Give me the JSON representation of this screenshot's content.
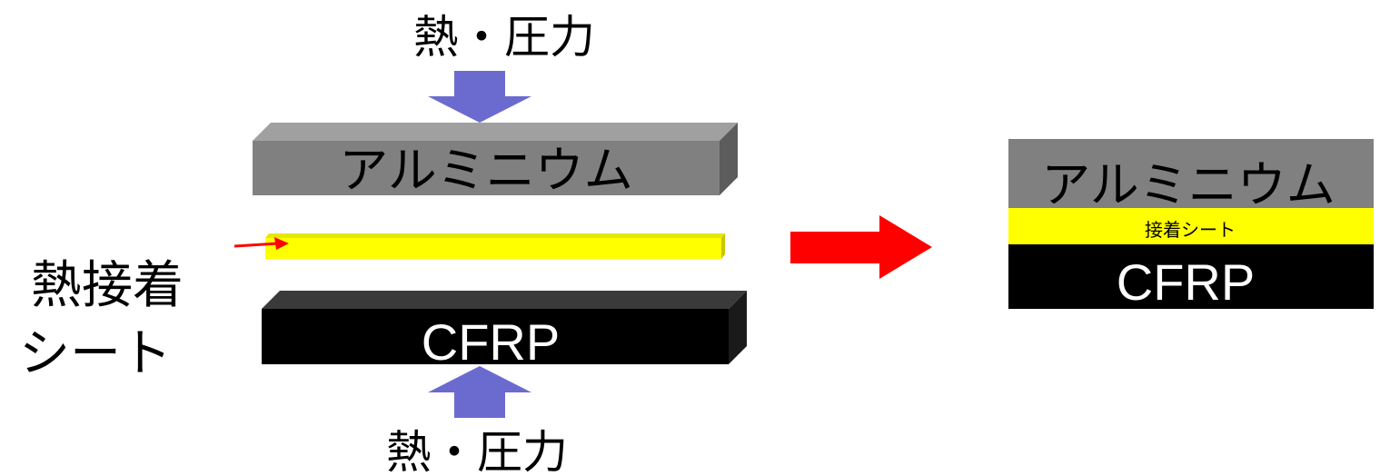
{
  "labels": {
    "heat_pressure_top": "熱・圧力",
    "heat_pressure_bottom": "熱・圧力",
    "adhesive_label_line1": "熱接着",
    "adhesive_label_line2": "シート",
    "aluminum_left": "アルミニウム",
    "cfrp_left": "CFRP",
    "aluminum_right": "アルミニウム",
    "adhesive_right": "接着シート",
    "cfrp_right": "CFRP"
  },
  "colors": {
    "pressure_arrow": "#6b6bcf",
    "process_arrow": "#ff0000",
    "pointer_arrow": "#ff0000",
    "aluminum_front": "#808080",
    "aluminum_top": "#a0a0a0",
    "aluminum_side": "#5c5c5c",
    "adhesive": "#ffff00",
    "adhesive_edge": "#c8c800",
    "cfrp_front": "#000000",
    "cfrp_top": "#3a3a3a",
    "cfrp_side": "#1a1a1a"
  }
}
